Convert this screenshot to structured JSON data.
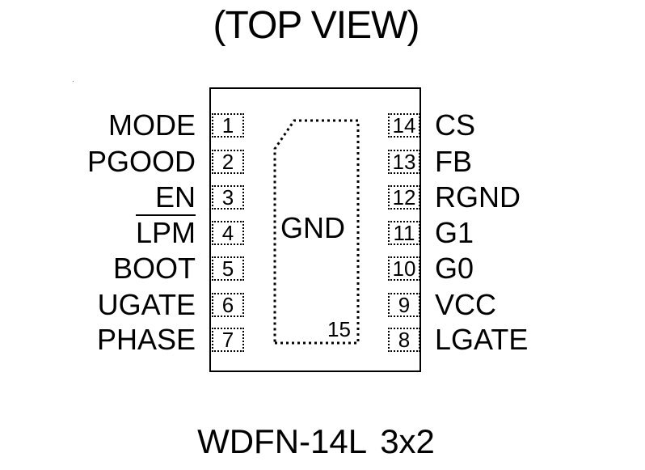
{
  "header": {
    "title": "(TOP VIEW)"
  },
  "package": {
    "name": "WDFN-14L  3x2",
    "exposed_pad": {
      "label": "GND",
      "number": "15"
    }
  },
  "pins": {
    "left": [
      {
        "number": "1",
        "name": "MODE"
      },
      {
        "number": "2",
        "name": "PGOOD"
      },
      {
        "number": "3",
        "name": "EN"
      },
      {
        "number": "4",
        "name": "LPM"
      },
      {
        "number": "5",
        "name": "BOOT"
      },
      {
        "number": "6",
        "name": "UGATE"
      },
      {
        "number": "7",
        "name": "PHASE"
      }
    ],
    "right": [
      {
        "number": "14",
        "name": "CS"
      },
      {
        "number": "13",
        "name": "FB"
      },
      {
        "number": "12",
        "name": "RGND"
      },
      {
        "number": "11",
        "name": "G1"
      },
      {
        "number": "10",
        "name": "G0"
      },
      {
        "number": "9",
        "name": "VCC"
      },
      {
        "number": "8",
        "name": "LGATE"
      }
    ]
  }
}
